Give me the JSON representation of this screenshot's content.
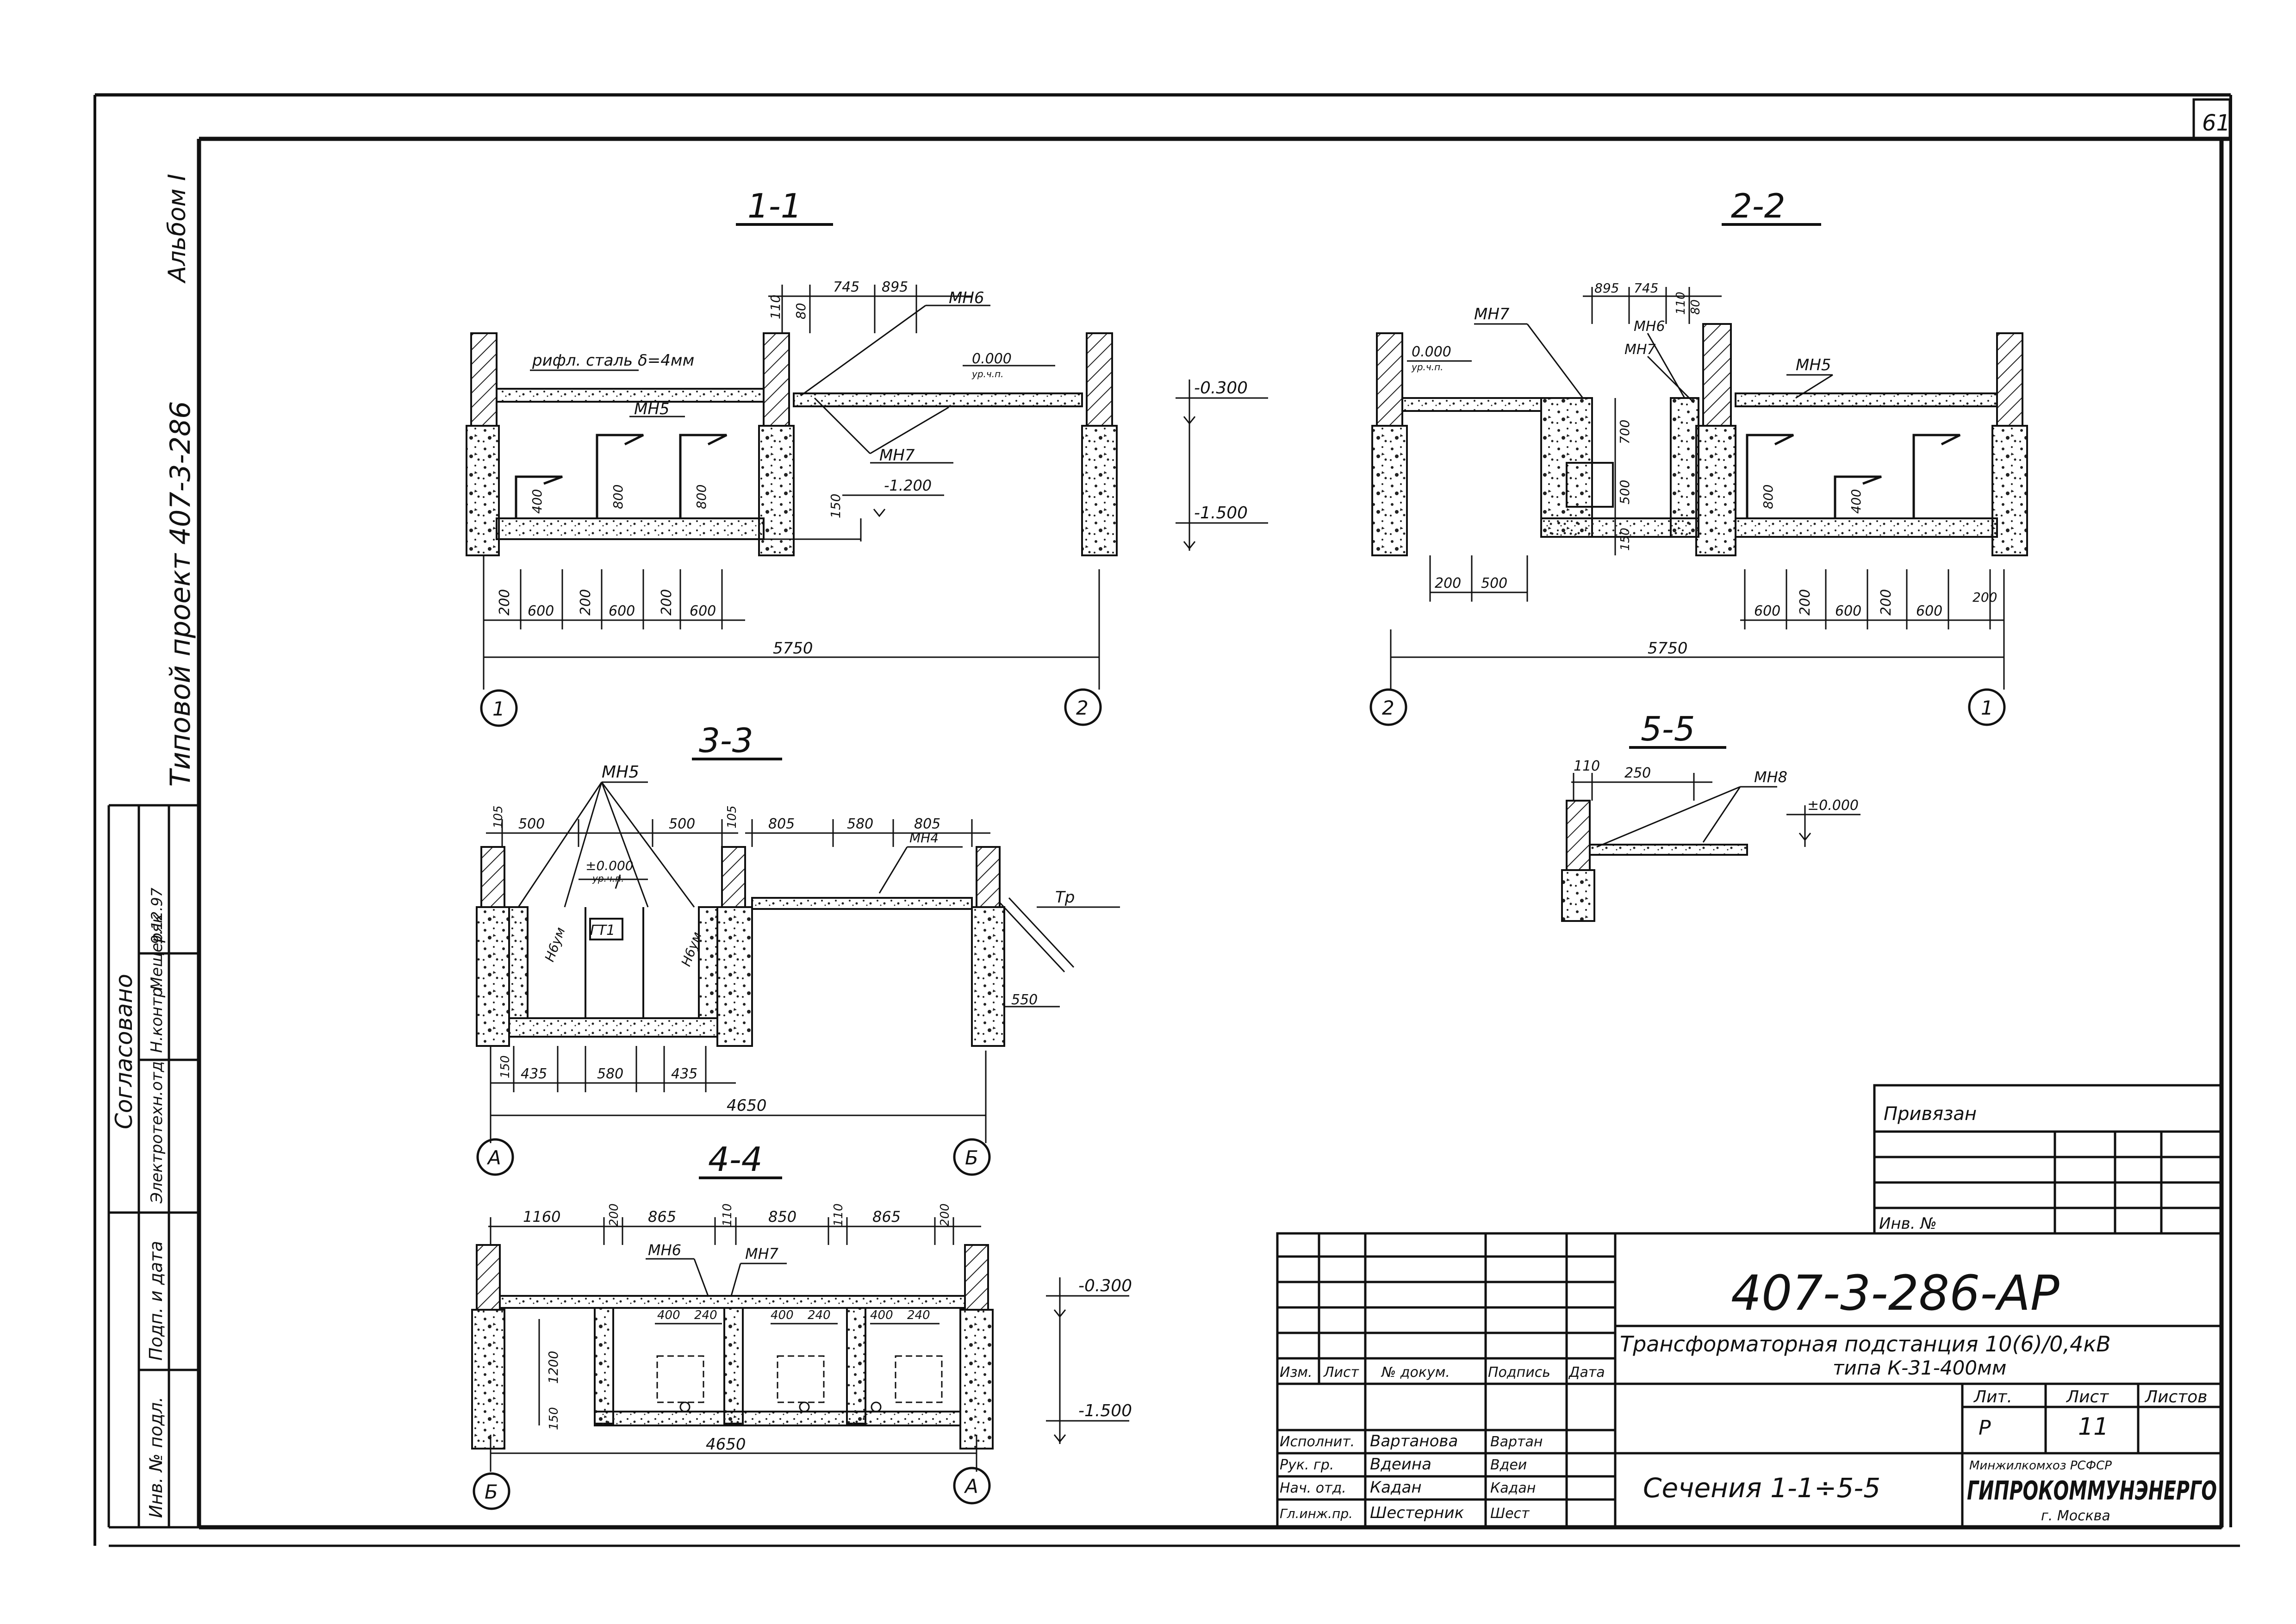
{
  "sheet": {
    "number": "61",
    "album": "Альбом I",
    "project_label": "Типовой проект 407-3-286"
  },
  "left_stamp": {
    "agreed": "Согласовано",
    "electrotech": "Электротехн.отд",
    "nkontr_label": "Н.контр.",
    "nkontr_sign": "Мещеряк",
    "nkontr_date": "9.12.97",
    "inv_label": "Инв. № подл.",
    "sign_label": "Подп. и дата"
  },
  "sections": {
    "s11": {
      "title": "1-1",
      "steel_label": "рифл. сталь δ=4мм",
      "mn5": "МН5",
      "mn6": "МН6",
      "mn7": "МН7",
      "elev_0": "0.000",
      "elev_0_sub": "ур.ч.п.",
      "elev_n1200": "-1.200",
      "elev_n0300": "-0.300",
      "elev_n1500": "-1.500",
      "d_110": "110",
      "d_80": "80",
      "d_745": "745",
      "d_895": "895",
      "d_150": "150",
      "h_400": "400",
      "h_800a": "800",
      "h_800b": "800",
      "dims": [
        "200",
        "600",
        "200",
        "600",
        "200",
        "600"
      ],
      "total": "5750",
      "axis_left": "1",
      "axis_right": "2"
    },
    "s22": {
      "title": "2-2",
      "mn7a": "МН7",
      "mn6": "МН6",
      "mn7b": "МН7",
      "mn5": "МН5",
      "elev_0": "0.000",
      "elev_0_sub": "ур.ч.п.",
      "d_895": "895",
      "d_745": "745",
      "d_110": "110",
      "d_80": "80",
      "h_700": "700",
      "h_500": "500",
      "h_150": "150",
      "h_800": "800",
      "h_400": "400",
      "d_200": "200",
      "d_500": "500",
      "dims": [
        "600",
        "200",
        "600",
        "200",
        "600",
        "200"
      ],
      "total": "5750",
      "axis_left": "2",
      "axis_right": "1"
    },
    "s33": {
      "title": "3-3",
      "mn5": "МН5",
      "mn4": "МН4",
      "elev_0": "±0.000",
      "elev_0_sub": "ур.ч.п.",
      "d_105a": "105",
      "d_500a": "500",
      "d_500b": "500",
      "d_105b": "105",
      "d_805a": "805",
      "d_580": "580",
      "d_805b": "805",
      "label_ng": "Н6ум",
      "label_gt": "ГТ1",
      "label_t": "Тр",
      "d_550": "550",
      "d_150": "150",
      "bottom": [
        "435",
        "580",
        "435"
      ],
      "total": "4650",
      "axis_left": "А",
      "axis_right": "Б"
    },
    "s44": {
      "title": "4-4",
      "mn6": "МН6",
      "mn7": "МН7",
      "top": [
        "1160",
        "865",
        "850",
        "865"
      ],
      "d_200a": "200",
      "d_110a": "110",
      "d_110b": "110",
      "d_200b": "200",
      "cells": [
        [
          "400",
          "240"
        ],
        [
          "400",
          "240"
        ],
        [
          "400",
          "240"
        ]
      ],
      "h_1200": "1200",
      "h_150": "150",
      "elev_n0300": "-0.300",
      "elev_n1500": "-1.500",
      "total": "4650",
      "axis_left": "Б",
      "axis_right": "А"
    },
    "s55": {
      "title": "5-5",
      "d_110": "110",
      "d_250": "250",
      "mn8": "МН8",
      "elev_0": "±0.000"
    }
  },
  "privyazan": {
    "title": "Привязан",
    "inv": "Инв. №"
  },
  "title_block": {
    "code": "407-3-286-АР",
    "name_line1": "Трансформаторная подстанция 10(6)/0,4кВ",
    "name_line2": "типа К-31-400мм",
    "sheet_title": "Сечения 1-1÷5-5",
    "lit_label": "Лит.",
    "sheet_label": "Лист",
    "sheets_label": "Листов",
    "lit_value": "Р",
    "sheet_value": "11",
    "org_small": "Минжилкомхоз РСФСР",
    "org_name": "ГИПРОКОММУНЭНЕРГО",
    "org_city": "г. Москва",
    "col_izm": "Изм.",
    "col_list": "Лист",
    "col_doc": "№ докум.",
    "col_sign": "Подпись",
    "col_date": "Дата",
    "people": [
      {
        "role": "Исполнит.",
        "name": "Вартанова",
        "sign": "Вартан"
      },
      {
        "role": "Рук. гр.",
        "name": "Вдеина",
        "sign": "Вдеи"
      },
      {
        "role": "Нач. отд.",
        "name": "Кадан",
        "sign": "Кадан"
      },
      {
        "role": "Гл.инж.пр.",
        "name": "Шестерник",
        "sign": "Шест"
      }
    ]
  }
}
